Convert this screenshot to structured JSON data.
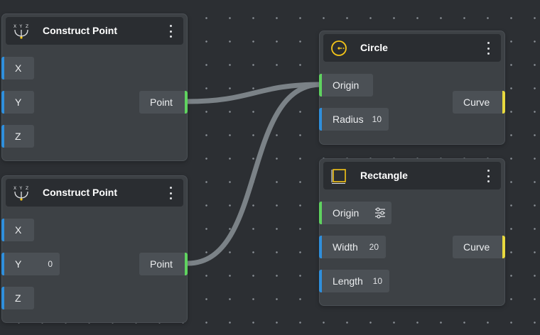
{
  "colors": {
    "canvas": "#2c2f33",
    "node": "#3d4145",
    "header": "#2a2d31",
    "port_blue": "#2f8fdc",
    "port_green": "#5fd35f",
    "port_yellow": "#e8d93e",
    "wire": "#7b8287",
    "icon_accent": "#f5c518"
  },
  "nodes": {
    "construct_point_1": {
      "title": "Construct Point",
      "icon": "xyz-icon",
      "inputs": {
        "x": "X",
        "y": "Y",
        "z": "Z"
      },
      "output": "Point"
    },
    "construct_point_2": {
      "title": "Construct Point",
      "icon": "xyz-icon",
      "inputs": {
        "x": "X",
        "y": "Y",
        "y_value": "0",
        "z": "Z"
      },
      "output": "Point"
    },
    "circle": {
      "title": "Circle",
      "icon": "circle-icon",
      "inputs": {
        "origin": "Origin",
        "radius": "Radius",
        "radius_value": "10"
      },
      "output": "Curve"
    },
    "rectangle": {
      "title": "Rectangle",
      "icon": "rectangle-icon",
      "inputs": {
        "origin": "Origin",
        "width": "Width",
        "width_value": "20",
        "length": "Length",
        "length_value": "10"
      },
      "output": "Curve"
    }
  },
  "icon_letters": {
    "x": "X",
    "y": "Y",
    "z": "Z"
  },
  "connections": [
    {
      "from": "construct_point_1.output",
      "to": "circle.origin"
    },
    {
      "from": "construct_point_2.output",
      "to": "circle.origin"
    }
  ]
}
